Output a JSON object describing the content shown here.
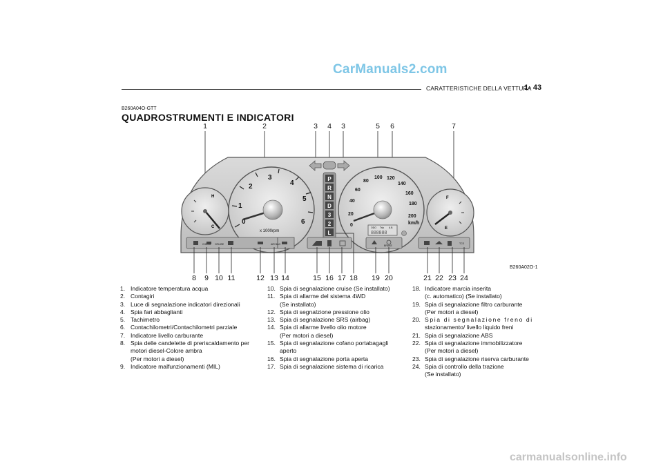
{
  "watermark_top": "CarManuals2.com",
  "watermark_bottom": "carmanualsonline.info",
  "header": {
    "section": "CARATTERISTICHE DELLA VETTURA",
    "page": "1- 43"
  },
  "doc_code": "B260A04O-GTT",
  "title": "QUADROSTRUMENTI  E  INDICATORI",
  "image_ref": "B260A02O-1",
  "cluster": {
    "temp_gauge": {
      "hot": "H",
      "cold": "C"
    },
    "tachometer": {
      "ticks": [
        "0",
        "1",
        "2",
        "3",
        "4",
        "5",
        "6"
      ],
      "unit": "x 1000rpm"
    },
    "speedometer": {
      "ticks": [
        "0",
        "20",
        "40",
        "60",
        "80",
        "100",
        "120",
        "140",
        "160",
        "180",
        "200"
      ],
      "unit": "km/h"
    },
    "fuel_gauge": {
      "full": "F",
      "empty": "E"
    },
    "gear_selector": [
      "P",
      "R",
      "N",
      "D",
      "3",
      "2",
      "L"
    ],
    "indicator_labels": {
      "check": "CHECK",
      "cruise": "CRUISE",
      "air_bag": "AIR BAG",
      "brake": "BRAKE",
      "tcs": "TCS"
    },
    "odometer": {
      "odo": "ODO",
      "trip": "Trip",
      "trip_ab": "A B",
      "display": "888888"
    }
  },
  "callouts_top": [
    "1",
    "2",
    "3",
    "4",
    "3",
    "5",
    "6",
    "7"
  ],
  "callouts_bottom": [
    "8",
    "9",
    "10",
    "11",
    "12",
    "13",
    "14",
    "15",
    "16",
    "17",
    "18",
    "19",
    "20",
    "21",
    "22",
    "23",
    "24"
  ],
  "legend_col1": [
    {
      "n": "1.",
      "t": "Indicatore temperatura acqua"
    },
    {
      "n": "2.",
      "t": "Contagiri"
    },
    {
      "n": "3.",
      "t": "Luce di segnalazione indicatori direzionali"
    },
    {
      "n": "4.",
      "t": "Spia fari abbaglianti"
    },
    {
      "n": "5.",
      "t": "Tachimetro"
    },
    {
      "n": "6.",
      "t": "Contachilometri/Contachilometri parziale"
    },
    {
      "n": "7.",
      "t": "Indicatore livello carburante"
    },
    {
      "n": "8.",
      "t": "Spia delle candelette di preriscaldamento per motori diesel-Colore ambra",
      "t2": "(Per motori a diesel)"
    },
    {
      "n": "9.",
      "t": "Indicatore malfunzionamenti (MIL)"
    }
  ],
  "legend_col2": [
    {
      "n": "10.",
      "t": "Spia di segnalazione cruise (Se installato)"
    },
    {
      "n": "11.",
      "t": "Spia di allarme del sistema 4WD",
      "t2": "(Se installato)"
    },
    {
      "n": "12.",
      "t": "Spia di segnalzione pressione olio"
    },
    {
      "n": "13.",
      "t": "Spia di segnalazione SRS (airbag)"
    },
    {
      "n": "14.",
      "t": "Spia di allarme livello olio motore",
      "t2": "(Per motori a diesel)"
    },
    {
      "n": "15.",
      "t": "Spia di segnalazione cofano portabagagli aperto"
    },
    {
      "n": "16.",
      "t": "Spia di segnalazione porta aperta"
    },
    {
      "n": "17.",
      "t": "Spia di segnalazione sistema di ricarica"
    }
  ],
  "legend_col3": [
    {
      "n": "18.",
      "t": "Indicatore marcia inserita",
      "t2": "(c. automatico) (Se installato)"
    },
    {
      "n": "19.",
      "t": "Spia di segnalazione filtro carburante",
      "t2": "(Per motori a diesel)"
    },
    {
      "n": "20.",
      "t": "Spia di segnalazione freno di",
      "t2": "stazionamento/ livello liquido freni",
      "justify": true
    },
    {
      "n": "21.",
      "t": "Spia di segnalazione ABS"
    },
    {
      "n": "22.",
      "t": "Spia di segnalazione immobilizzatore",
      "t2": "(Per motori a diesel)"
    },
    {
      "n": "23.",
      "t": "Spia di segnalazione riserva carburante"
    },
    {
      "n": "24.",
      "t": "Spia di controllo della trazione",
      "t2": "(Se installato)"
    }
  ],
  "colors": {
    "watermark": "#7ec6e6",
    "panel": "#c8c8c8",
    "dial": "#d4d4d4"
  }
}
